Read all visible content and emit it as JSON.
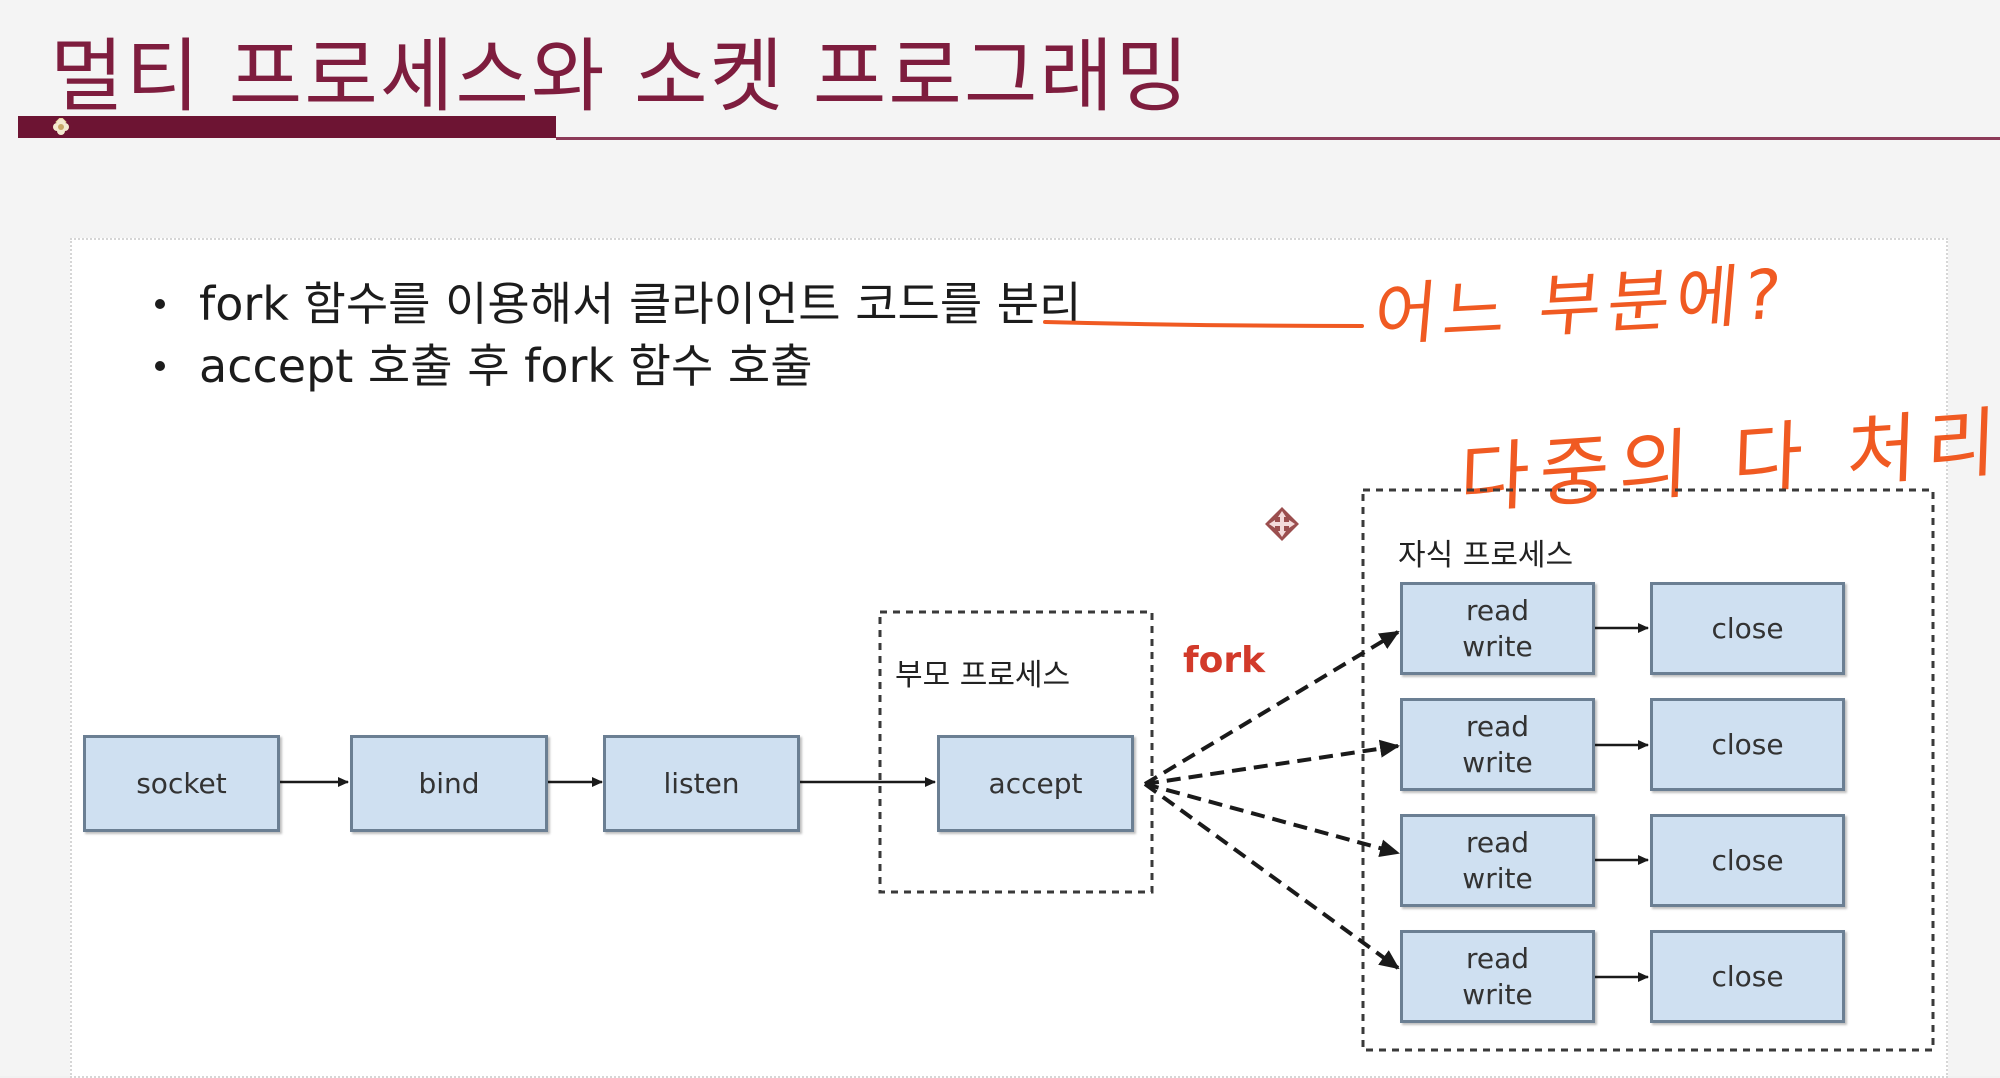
{
  "slide": {
    "title": "멀티 프로세스와 소켓 프로그래밍",
    "bullets": [
      "fork 함수를 이용해서 클라이언트 코드를 분리",
      "accept 호출 후 fork 함수 호출"
    ],
    "annotations": {
      "handwritten_question": "어느 부분에?",
      "handwritten_note": "다중의 다 처리"
    }
  },
  "diagram": {
    "sequence": {
      "socket": "socket",
      "bind": "bind",
      "listen": "listen",
      "accept": "accept"
    },
    "parent_group_label": "부모 프로세스",
    "fork_label": "fork",
    "child_group_label": "자식 프로세스",
    "children": [
      {
        "read": "read",
        "write": "write",
        "close": "close"
      },
      {
        "read": "read",
        "write": "write",
        "close": "close"
      },
      {
        "read": "read",
        "write": "write",
        "close": "close"
      },
      {
        "read": "read",
        "write": "write",
        "close": "close"
      }
    ]
  },
  "colors": {
    "title": "#7e1d3e",
    "title_bar": "#6d1433",
    "box_fill": "#cfe0f1",
    "box_border": "#6b7f93",
    "fork_label": "#d23a2a",
    "handwriting": "#f05a22"
  },
  "icons": {
    "title_ornament": "ornament-icon",
    "move_handle": "move-handle-icon"
  }
}
